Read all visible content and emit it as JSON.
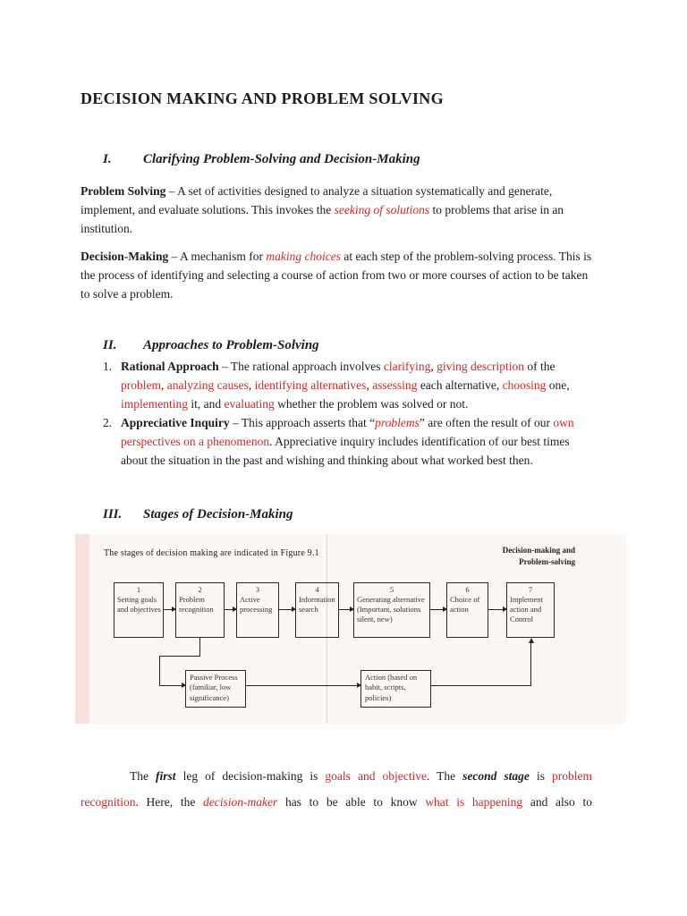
{
  "colors": {
    "red": "#cc2a2a",
    "pink_band": "#f7e2e0",
    "figure_bg": "#fbf7f5"
  },
  "page": {
    "title": "DECISION MAKING AND PROBLEM SOLVING"
  },
  "sections": [
    {
      "num": "I.",
      "title": "Clarifying Problem-Solving and Decision-Making"
    },
    {
      "num": "II.",
      "title": "Approaches to Problem-Solving"
    },
    {
      "num": "III.",
      "title": "Stages of Decision-Making"
    }
  ],
  "paragraphs": {
    "problem_solving": [
      {
        "t": "Problem Solving",
        "s": "b"
      },
      {
        "t": " – A set of activities designed to analyze a situation systematically and generate, implement, and evaluate solutions. This invokes the "
      },
      {
        "t": "seeking of solutions",
        "s": "ri"
      },
      {
        "t": " to problems that arise in an institution."
      }
    ],
    "decision_making": [
      {
        "t": "Decision-Making",
        "s": "b"
      },
      {
        "t": " – A mechanism for "
      },
      {
        "t": "making choices",
        "s": "ri"
      },
      {
        "t": " at each step of the problem-solving process. This is the process of identifying and selecting a course of action from two or more courses of action to be taken to solve a problem."
      }
    ],
    "closing": [
      {
        "t": "The "
      },
      {
        "t": "first",
        "s": "bi"
      },
      {
        "t": " leg of decision-making is "
      },
      {
        "t": "goals and objective",
        "s": "r"
      },
      {
        "t": ". The "
      },
      {
        "t": "second stage",
        "s": "bi"
      },
      {
        "t": " is "
      },
      {
        "t": "problem recognition",
        "s": "r"
      },
      {
        "t": ". Here, the "
      },
      {
        "t": "decision-maker",
        "s": "ri"
      },
      {
        "t": " has to be able to know "
      },
      {
        "t": "what is happening",
        "s": "r"
      },
      {
        "t": " and also to"
      }
    ]
  },
  "list": [
    {
      "num": "1.",
      "segments": [
        {
          "t": "Rational Approach",
          "s": "b"
        },
        {
          "t": " – The rational approach involves "
        },
        {
          "t": "clarifying",
          "s": "r"
        },
        {
          "t": ", "
        },
        {
          "t": "giving description",
          "s": "r"
        },
        {
          "t": " of the "
        },
        {
          "t": "problem",
          "s": "r"
        },
        {
          "t": ", "
        },
        {
          "t": "analyzing causes",
          "s": "r"
        },
        {
          "t": ", "
        },
        {
          "t": "identifying alternatives",
          "s": "r"
        },
        {
          "t": ", "
        },
        {
          "t": "assessing",
          "s": "r"
        },
        {
          "t": " each alternative, "
        },
        {
          "t": "choosing",
          "s": "r"
        },
        {
          "t": " one, "
        },
        {
          "t": "implementing",
          "s": "r"
        },
        {
          "t": " it, and "
        },
        {
          "t": "evaluating",
          "s": "r"
        },
        {
          "t": " whether the problem was solved or not."
        }
      ]
    },
    {
      "num": "2.",
      "segments": [
        {
          "t": "Appreciative Inquiry",
          "s": "b"
        },
        {
          "t": " – This approach asserts that “"
        },
        {
          "t": "problems",
          "s": "ri"
        },
        {
          "t": "” are often the result of our "
        },
        {
          "t": "own perspectives on a phenomenon",
          "s": "r"
        },
        {
          "t": ". Appreciative inquiry includes identification of our best times about the situation in the past and wishing and thinking about what worked best then."
        }
      ]
    }
  ],
  "figure": {
    "caption": "The stages of decision making are indicated in Figure 9.1",
    "corner": "Decision-making and\nProblem-solving",
    "stages": [
      {
        "num": "1",
        "label": "Setting goals and objectives"
      },
      {
        "num": "2",
        "label": "Problem recognition"
      },
      {
        "num": "3",
        "label": "Active processing"
      },
      {
        "num": "4",
        "label": "Information search"
      },
      {
        "num": "5",
        "label": "Generating alternative (Important, solutions silent, new)"
      },
      {
        "num": "6",
        "label": "Choice of action"
      },
      {
        "num": "7",
        "label": "Implement action and Control"
      }
    ],
    "passive_box": "Passive Process (familiar, low significance)",
    "action_box": "Action (based on habit, scripts, policies)"
  }
}
